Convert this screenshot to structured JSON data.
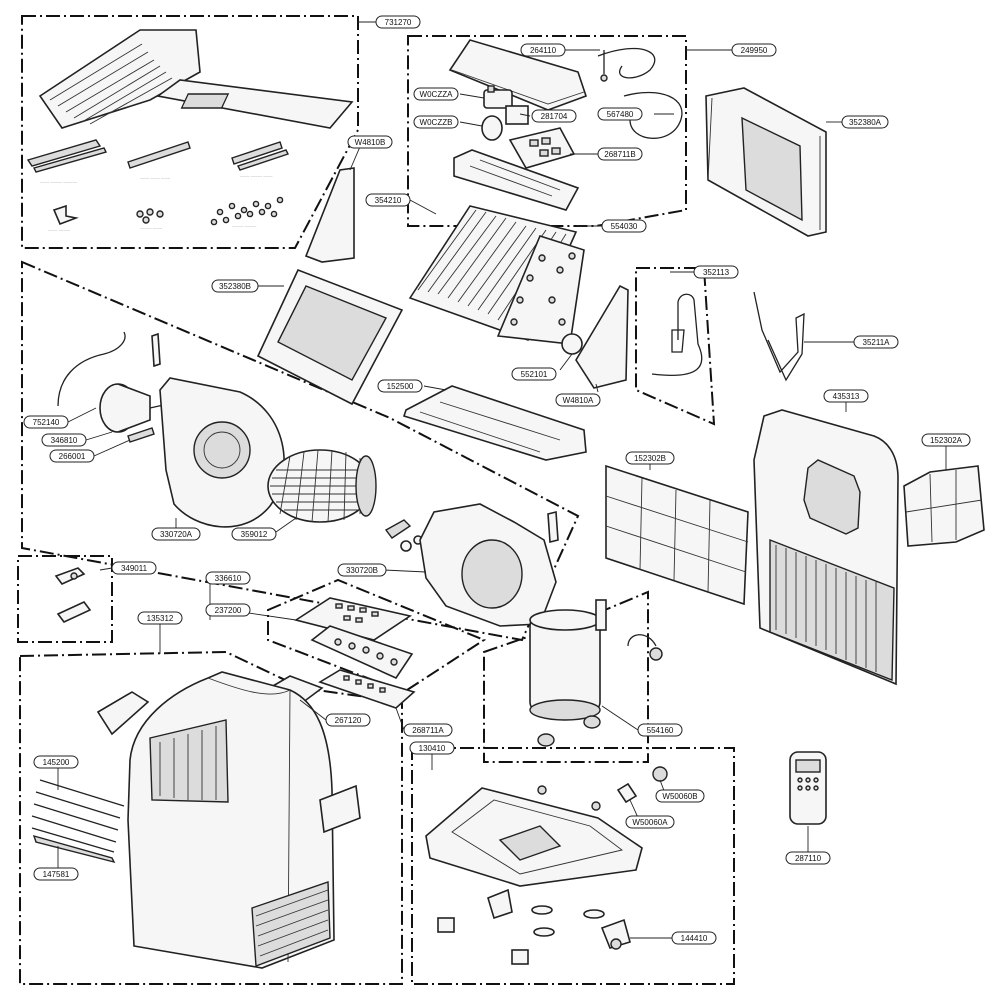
{
  "callouts": {
    "c731270": "731270",
    "c264110": "264110",
    "c249950": "249950",
    "cW0CZZA": "W0CZZA",
    "c281704": "281704",
    "cW0CZZB": "W0CZZB",
    "c567480": "567480",
    "c268711B": "268711B",
    "c352380A": "352380A",
    "cW4810B": "W4810B",
    "c354210": "354210",
    "c554030": "554030",
    "c352380B": "352380B",
    "c352113": "352113",
    "c35211A": "35211A",
    "c752140": "752140",
    "c346810": "346810",
    "c266001": "266001",
    "c552101": "552101",
    "c152500": "152500",
    "cW4810A": "W4810A",
    "c435313": "435313",
    "c152302B": "152302B",
    "c152302A": "152302A",
    "c330720A": "330720A",
    "c359012": "359012",
    "c330720B": "330720B",
    "c349011": "349011",
    "c336610": "336610",
    "c237200": "237200",
    "c135312": "135312",
    "c267120": "267120",
    "c268711A": "268711A",
    "c554160": "554160",
    "c130410": "130410",
    "c145200": "145200",
    "c147581": "147581",
    "cW50060B": "W50060B",
    "cW50060A": "W50060A",
    "c287110": "287110",
    "c144410": "144410"
  },
  "colors": {
    "ink": "#222222",
    "paper": "#ffffff",
    "fill": "#f6f6f6",
    "shade": "#dcdcdc"
  }
}
